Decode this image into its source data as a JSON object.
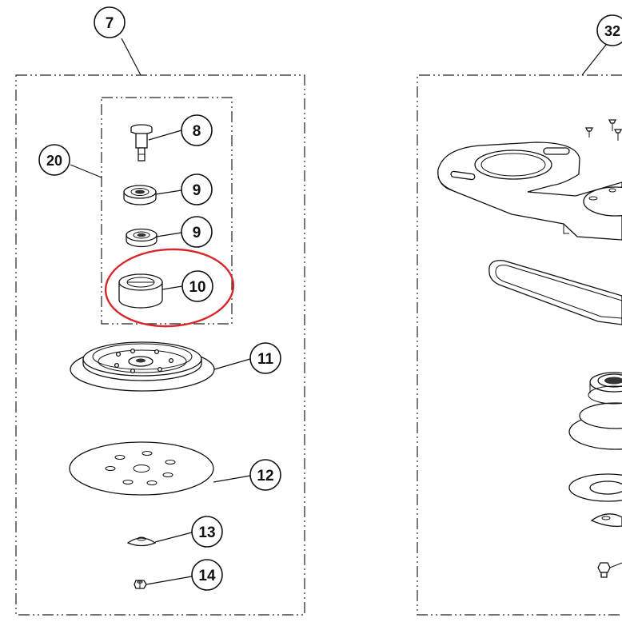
{
  "callouts": {
    "c7": "7",
    "c32": "32",
    "c20": "20",
    "c8": "8",
    "c9a": "9",
    "c9b": "9",
    "c10": "10",
    "c11": "11",
    "c12": "12",
    "c13": "13",
    "c14": "14"
  },
  "colors": {
    "line": "#111111",
    "highlight": "#d9262b",
    "background": "#ffffff"
  }
}
